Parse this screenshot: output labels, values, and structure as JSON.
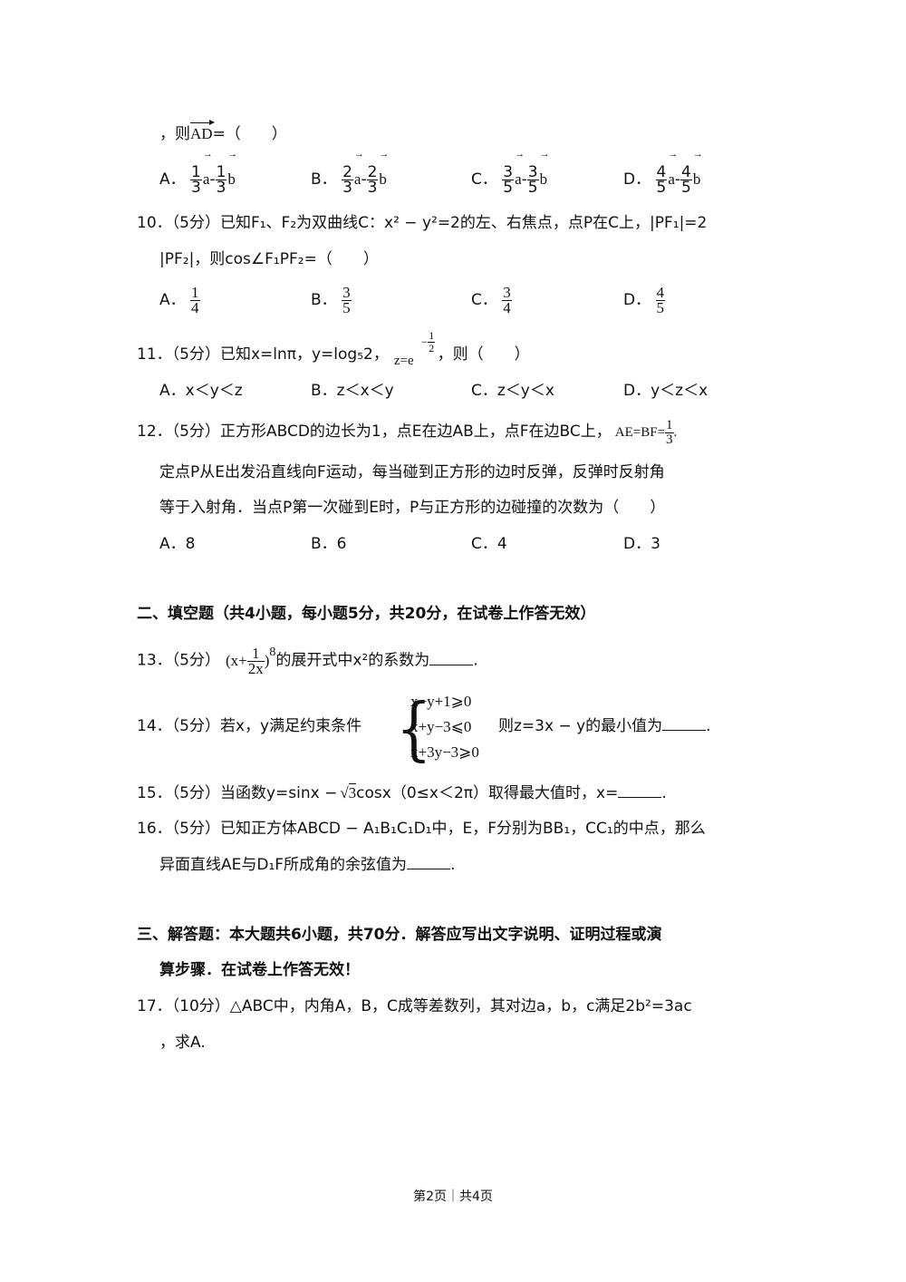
{
  "q9": {
    "stem": "，则",
    "vector": "AD",
    "tail": "=（　　）",
    "options": [
      {
        "label": "A．",
        "n1": "1",
        "d1": "3",
        "v1": "a",
        "sign": "-",
        "n2": "1",
        "d2": "3",
        "v2": "b"
      },
      {
        "label": "B．",
        "n1": "2",
        "d1": "3",
        "v1": "a",
        "sign": "-",
        "n2": "2",
        "d2": "3",
        "v2": "b"
      },
      {
        "label": "C．",
        "n1": "3",
        "d1": "5",
        "v1": "a",
        "sign": "-",
        "n2": "3",
        "d2": "5",
        "v2": "b"
      },
      {
        "label": "D．",
        "n1": "4",
        "d1": "5",
        "v1": "a",
        "sign": "-",
        "n2": "4",
        "d2": "5",
        "v2": "b"
      }
    ]
  },
  "q10": {
    "num": "10．",
    "line1": "（5分）已知F₁、F₂为双曲线C：x² − y²=2的左、右焦点，点P在C上，|PF₁|=2",
    "line2": "|PF₂|，则cos∠F₁PF₂=（　　）",
    "options": [
      {
        "label": "A．",
        "n": "1",
        "d": "4"
      },
      {
        "label": "B．",
        "n": "3",
        "d": "5"
      },
      {
        "label": "C．",
        "n": "3",
        "d": "4"
      },
      {
        "label": "D．",
        "n": "4",
        "d": "5"
      }
    ]
  },
  "q11": {
    "num": "11．",
    "stem": "（5分）已知x=lnπ，y=log₅2，",
    "z_expr": "z=e",
    "exp_n": "1",
    "exp_d": "2",
    "exp_sign": "−",
    "tail": "，则（　　）",
    "options": [
      {
        "label": "A．",
        "text": "x＜y＜z"
      },
      {
        "label": "B．",
        "text": "z＜x＜y"
      },
      {
        "label": "C．",
        "text": "z＜y＜x"
      },
      {
        "label": "D．",
        "text": "y＜z＜x"
      }
    ]
  },
  "q12": {
    "num": "12．",
    "line1": "（5分）正方形ABCD的边长为1，点E在边AB上，点F在边BC上，",
    "formula": "AE=BF=",
    "fn": "1",
    "fd": "3",
    "period": ".",
    "line2": "定点P从E出发沿直线向F运动，每当碰到正方形的边时反弹，反弹时反射角",
    "line3": "等于入射角．当点P第一次碰到E时，P与正方形的边碰撞的次数为（　　）",
    "options": [
      {
        "label": "A．",
        "text": "8"
      },
      {
        "label": "B．",
        "text": "6"
      },
      {
        "label": "C．",
        "text": "4"
      },
      {
        "label": "D．",
        "text": "3"
      }
    ]
  },
  "section2": {
    "title": "二、填空题（共4小题，每小题5分，共20分，在试卷上作答无效）"
  },
  "q13": {
    "num": "13．",
    "pre": "（5分）",
    "expr_open": "(x+",
    "fn": "1",
    "fd": "2x",
    "expr_close": ")",
    "power": "8",
    "tail": "的展开式中x²的系数为",
    "end": "."
  },
  "q14": {
    "num": "14．",
    "pre": "（5分）若x，y满足约束条件",
    "constraints": [
      "x−y+1⩾0",
      "x+y−3⩽0",
      "x+3y−3⩾0"
    ],
    "tail": "则z=3x − y的最小值为",
    "end": "."
  },
  "q15": {
    "num": "15．",
    "pre": "（5分）当函数y=sinx −",
    "sqrt": "3",
    "tail": "cosx（0≤x＜2π）取得最大值时，x=",
    "end": "."
  },
  "q16": {
    "num": "16．",
    "line1": "（5分）已知正方体ABCD − A₁B₁C₁D₁中，E，F分别为BB₁，CC₁的中点，那么",
    "line2": "异面直线AE与D₁F所成角的余弦值为",
    "end": "."
  },
  "section3": {
    "line1": "三、解答题：本大题共6小题，共70分．解答应写出文字说明、证明过程或演",
    "line2": "算步骤．在试卷上作答无效！"
  },
  "q17": {
    "num": "17．",
    "line1": "（10分）△ABC中，内角A，B，C成等差数列，其对边a，b，c满足2b²=3ac",
    "line2": "，求A."
  },
  "footer": {
    "text": "第2页｜共4页"
  }
}
